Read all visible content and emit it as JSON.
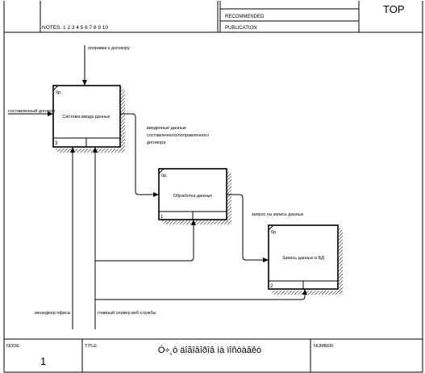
{
  "header": {
    "notes": "NOTES:  1  2  3  4  5  6  7  8  9  10",
    "recommended": "RECOMMENDED",
    "publication": "PUBLICATION",
    "context": "TOP"
  },
  "boxes": [
    {
      "title": "Система ввода данных",
      "number": "3",
      "cost": "0р."
    },
    {
      "title": "Обработка данных",
      "number": "1",
      "cost": "0р."
    },
    {
      "title": "Запись данных в БД",
      "number": "2",
      "cost": "0р."
    }
  ],
  "arrows": {
    "control_top": "поправки к договору",
    "input_left": "составленный договор",
    "output_1": [
      "введенные данные",
      "составленного/поправленного",
      "договора"
    ],
    "output_2": "запрос на запись данных",
    "mechanism_1": "менеджер офиса",
    "mechanism_2": "главный сервер веб-службы"
  },
  "footer": {
    "node_label": "NODE:",
    "node_value": "1",
    "title_label": "TITLE:",
    "title_value": "Ó÷¸ò äîãîâîðîâ íà ïîñòàâêó",
    "number_label": "NUMBER:"
  },
  "colors": {
    "line": "#000000",
    "background": "#ffffff"
  }
}
